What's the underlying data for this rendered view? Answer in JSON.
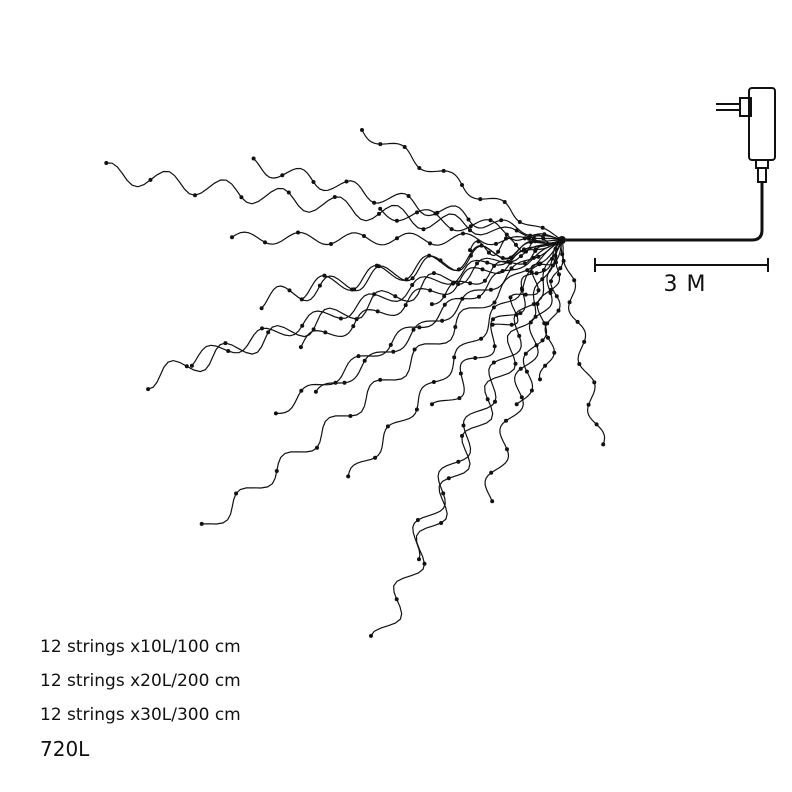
{
  "diagram": {
    "cable_length_label": "3 M",
    "icons": {
      "plug": "power-adapter-icon"
    },
    "colors": {
      "line": "#111111",
      "background": "#ffffff"
    }
  },
  "specs": {
    "lines": [
      "12 strings x10L/100 cm",
      "12 strings x20L/200 cm",
      "12 strings x30L/300 cm"
    ],
    "total": "720L"
  }
}
